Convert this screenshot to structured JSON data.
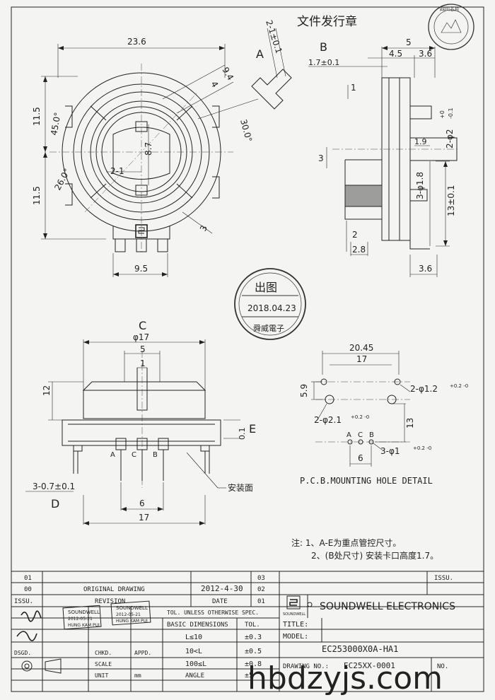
{
  "header": {
    "doc_release": "文件发行章",
    "company_seal": "四川芯片"
  },
  "view_labels": {
    "a": "A",
    "b": "B",
    "c": "C",
    "d": "D",
    "e": "E"
  },
  "view_a": {
    "width": "23.6",
    "half_top": "11.5",
    "half_bottom": "11.5",
    "ang45": "45.0°",
    "ang26": "26.0°",
    "ang30": "30.0°",
    "d94": "9.4",
    "d4": "4",
    "d87": "8.7",
    "d21": "2-1",
    "d3": "3",
    "pins": "9.5",
    "tab": "2-1±0.1"
  },
  "view_b": {
    "d5": "5",
    "d45": "4.5",
    "d36top": "3.6",
    "d17": "1.7±0.1",
    "d1": "1",
    "hole2": "2-φ2",
    "hole2_tol_up": "+0",
    "hole2_tol_dn": "-0.1",
    "d19": "1.9",
    "d3": "3",
    "d18": "3-φ1.8",
    "d13": "13±0.1",
    "d2": "2",
    "d28": "2.8",
    "d36bot": "3.6"
  },
  "stamp": {
    "title": "出图",
    "date": "2018.04.23",
    "company": "舜威電子"
  },
  "view_c": {
    "dia17": "φ17",
    "d5": "5",
    "d1": "1",
    "d12": "12",
    "d01": "0.1",
    "pin_a": "A",
    "pin_c": "C",
    "pin_b": "B",
    "d37": "3-0.7±0.1",
    "d6": "6",
    "d17": "17",
    "mount": "安装面"
  },
  "pcb": {
    "d2045": "20.45",
    "d17": "17",
    "d59": "5.9",
    "hole12": "2-φ1.2",
    "hole12_tol": "+0.2 -0",
    "hole21": "2-φ2.1",
    "hole21_tol": "+0.2 -0",
    "d13": "13",
    "pin_a": "A",
    "pin_c": "C",
    "pin_b": "B",
    "hole1": "3-φ1",
    "hole1_tol": "+0.2 -0",
    "d6": "6",
    "caption": "P.C.B.MOUNTING HOLE DETAIL"
  },
  "notes": {
    "line1": "注: 1、A-E为重点管控尺寸。",
    "line2": "2、(B处尺寸) 安装卡口高度1.7。"
  },
  "title_block": {
    "rev_01": "01",
    "rev_00": "00",
    "rev_03": "03",
    "rev_02": "02",
    "rev_01r": "01",
    "original_drawing": "ORIGINAL DRAWING",
    "orig_date": "2012-4-30",
    "issu_label": "ISSU.",
    "revision_label": "REVISION",
    "date_label": "DATE",
    "issu_label2": "ISSU.",
    "company": "SOUNDWELL ELECTRONICS",
    "logo_text": "SOUNDWELL",
    "tol_unless": "TOL. UNLESS OTHERWISE SPEC.",
    "basic_dims": "BASIC DIMENSIONS",
    "tol": "TOL.",
    "r1": "L≤10",
    "t1": "±0.3",
    "r2": "10<L",
    "t2": "±0.5",
    "r3": "100≤L",
    "t3": "±0.8",
    "angle_label": "ANGLE",
    "t4": "±5",
    "title_label": "TITLE:",
    "model_label": "MODEL:",
    "model_value": "EC253000X0A-HA1",
    "drawing_label": "DRAWING NO.:",
    "drawing_value": "EC25XX-0001",
    "no_label": "NO.",
    "dsgd": "DSGD.",
    "chkd": "CHKD.",
    "appd": "APPD.",
    "scale": "SCALE",
    "unit": "UNIT",
    "unit_value": "mm",
    "sign_stamp1": "SOUNDWELL",
    "sign_stamp1_date": "2012-05-21",
    "sign_stamp1_name": "HUNG KAM PUI",
    "sign_stamp2": "SOUNDWELL",
    "sign_stamp2_date": "2012-05-21",
    "sign_stamp2_name": "HUNG KAM PUI"
  },
  "watermark": "hbdzyjs.com"
}
